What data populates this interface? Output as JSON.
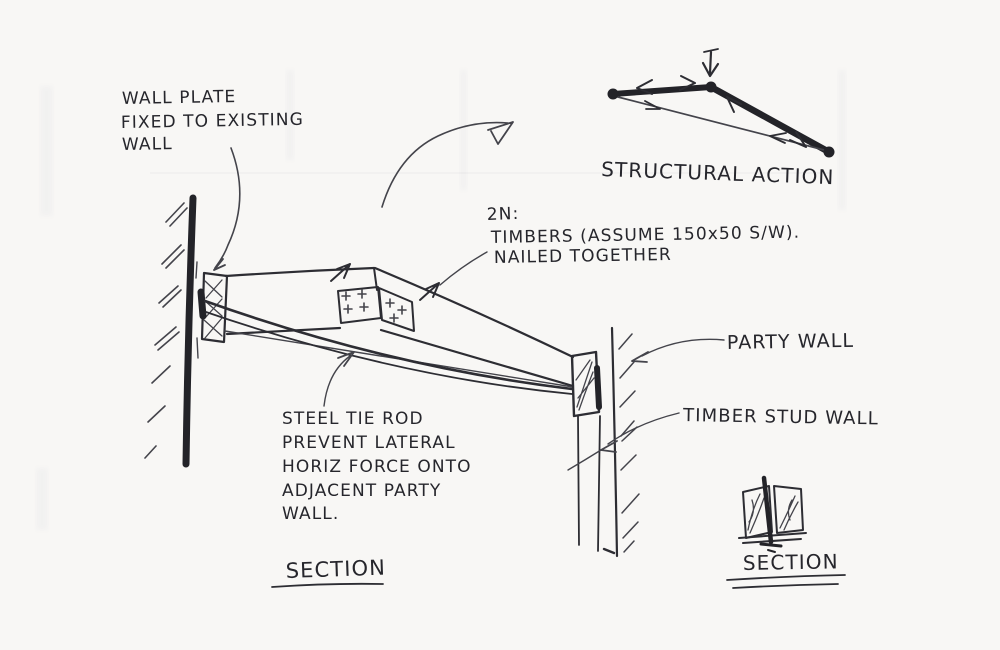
{
  "page": {
    "paper_color": "#f8f7f5",
    "ink_color": "#2d2d33"
  },
  "labels": {
    "wall_plate_note": {
      "line1": "WALL PLATE",
      "line2": "FIXED TO EXISTING",
      "line3": "WALL"
    },
    "timbers_note": {
      "line1": "2N:",
      "line2": "TIMBERS (ASSUME 150x50 S/W).",
      "line3": "NAILED TOGETHER"
    },
    "tie_rod_note": {
      "line1": "STEEL TIE ROD",
      "line2": "PREVENT LATERAL",
      "line3": "HORIZ FORCE ONTO",
      "line4": "ADJACENT PARTY",
      "line5": "WALL."
    },
    "party_wall": "PARTY WALL",
    "timber_stud_wall": "TIMBER STUD WALL",
    "structural_action": "STRUCTURAL ACTION",
    "section_main": "SECTION",
    "section_detail": "SECTION"
  }
}
